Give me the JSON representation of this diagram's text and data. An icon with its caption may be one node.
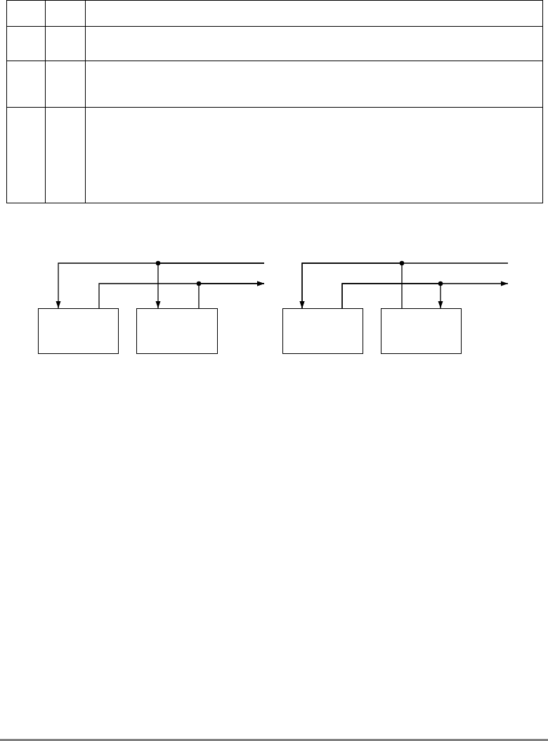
{
  "diagram": {
    "nodes": [
      {
        "text": [],
        "shape": "box"
      },
      {
        "text": [],
        "shape": "box"
      },
      {
        "text": [],
        "shape": "box"
      },
      {
        "text": [],
        "shape": "box"
      }
    ],
    "edges": [
      {
        "from": null,
        "to": 0,
        "arrow": "to"
      },
      {
        "from": null,
        "to": 1,
        "arrow": "to"
      },
      {
        "from": 0,
        "to": null,
        "arrow": "to"
      },
      {
        "from": 1,
        "to": null,
        "arrow": "to"
      },
      {
        "from": null,
        "to": 2,
        "arrow": "to"
      },
      {
        "from": 3,
        "to": 2,
        "arrow": "to"
      },
      {
        "from": 2,
        "to": 3,
        "arrow": "to"
      },
      {
        "from": 2,
        "to": null,
        "arrow": "to"
      }
    ]
  }
}
